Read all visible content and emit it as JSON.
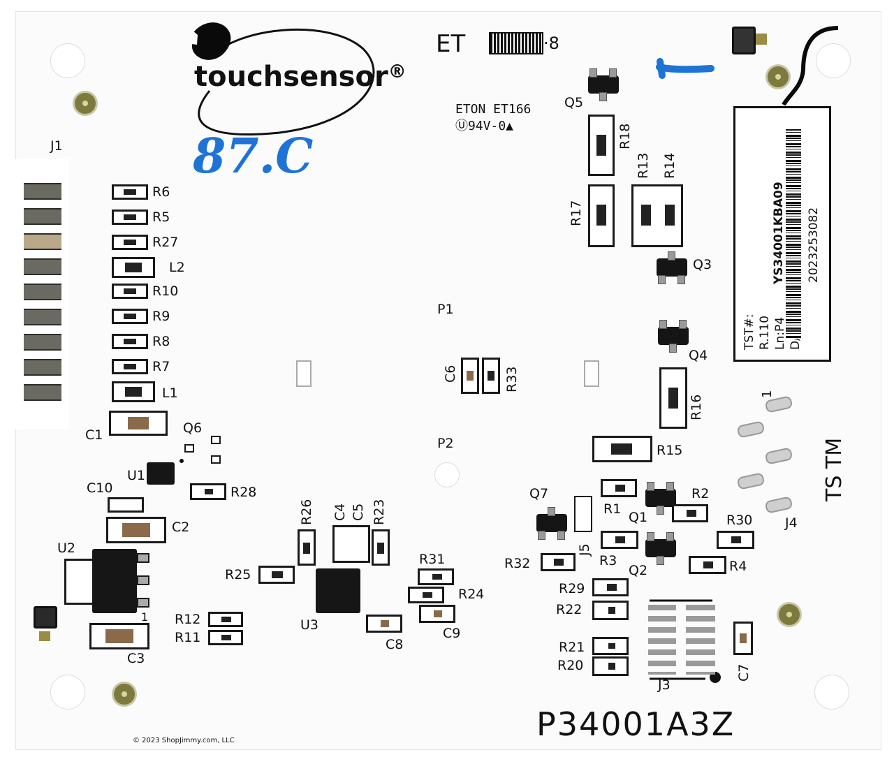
{
  "brand": {
    "name": "touchsensor",
    "mark": "®"
  },
  "markings": {
    "et": "ET",
    "et_code_suffix": "·8",
    "eton": "ETON ET166",
    "ul": "Ⓤ94V-0▲",
    "handwritten": "87.C",
    "part_number": "P34001A3Z",
    "copyright": "© 2023 ShopJimmy.com, LLC",
    "ts_tm": "TS TM",
    "pin1": "1",
    "u2_pin1": "1"
  },
  "sticker": {
    "line1": "TST#:",
    "line2": "R.110",
    "line3": "Ln:P4",
    "line4": "D/C:",
    "code": "YS34001KBA09",
    "date_code": "2023253082"
  },
  "refs": {
    "J1": "J1",
    "R6": "R6",
    "R5": "R5",
    "R27": "R27",
    "L2": "L2",
    "R10": "R10",
    "R9": "R9",
    "R8": "R8",
    "R7": "R7",
    "L1": "L1",
    "C1": "C1",
    "Q6": "Q6",
    "U1": "U1",
    "R28": "R28",
    "C10": "C10",
    "C2": "C2",
    "U2": "U2",
    "R12": "R12",
    "R11": "R11",
    "C3": "C3",
    "R25": "R25",
    "R26": "R26",
    "C4": "C4",
    "C5": "C5",
    "R23": "R23",
    "U3": "U3",
    "C8": "C8",
    "R31": "R31",
    "R24": "R24",
    "C9": "C9",
    "P1": "P1",
    "P2": "P2",
    "C6": "C6",
    "R33": "R33",
    "Q5": "Q5",
    "R18": "R18",
    "R17": "R17",
    "R13": "R13",
    "R14": "R14",
    "Q3": "Q3",
    "Q4": "Q4",
    "R16": "R16",
    "R15": "R15",
    "Q7": "Q7",
    "R1": "R1",
    "Q1": "Q1",
    "R2": "R2",
    "J5": "J5",
    "R3": "R3",
    "R32": "R32",
    "Q2": "Q2",
    "R30": "R30",
    "R4": "R4",
    "J4": "J4",
    "R29": "R29",
    "R22": "R22",
    "R21": "R21",
    "R20": "R20",
    "J3": "J3",
    "C7": "C7"
  },
  "colors": {
    "board": "#fbfbfb",
    "silk": "#111111",
    "marker_blue": "#1e73d6",
    "marker_black": "#0a0a0a",
    "pad_gold": "#7d7a3e"
  }
}
